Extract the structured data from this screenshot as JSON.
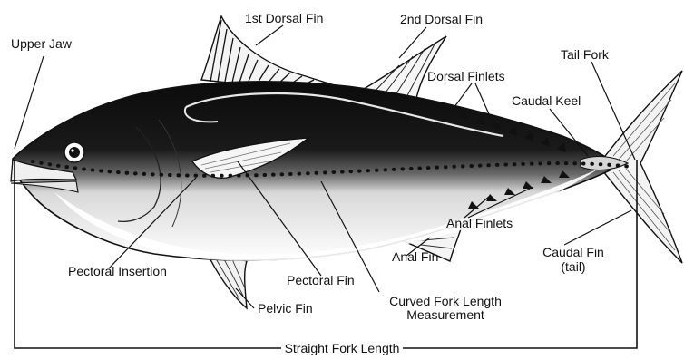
{
  "diagram": {
    "labels": {
      "upper_jaw": "Upper Jaw",
      "first_dorsal_fin": "1st Dorsal Fin",
      "second_dorsal_fin": "2nd Dorsal Fin",
      "tail_fork": "Tail Fork",
      "dorsal_finlets": "Dorsal Finlets",
      "caudal_keel": "Caudal Keel",
      "anal_finlets": "Anal Finlets",
      "anal_fin": "Anal Fin",
      "caudal_fin": "Caudal Fin",
      "caudal_fin_sub": "(tail)",
      "pectoral_insertion": "Pectoral Insertion",
      "pectoral_fin": "Pectoral Fin",
      "pelvic_fin": "Pelvic Fin",
      "curved_fork_length_1": "Curved Fork Length",
      "curved_fork_length_2": "Measurement",
      "straight_fork_length": "Straight Fork Length"
    }
  }
}
